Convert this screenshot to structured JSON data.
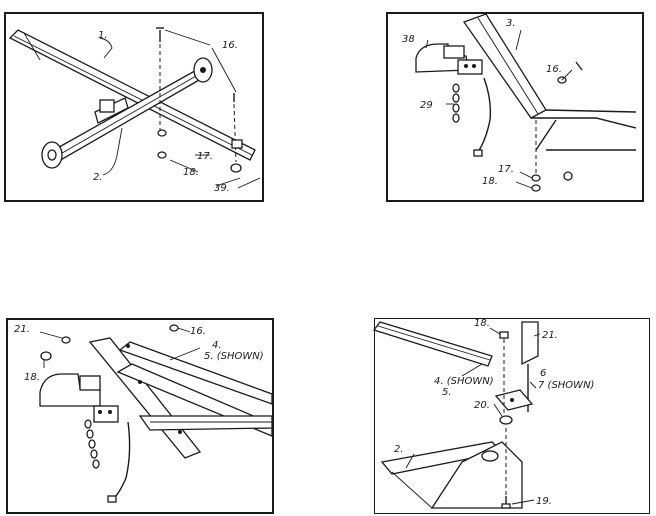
{
  "panels": [
    {
      "callouts": [
        "1.",
        "2.",
        "16.",
        "17.",
        "18.",
        "39."
      ]
    },
    {
      "callouts": [
        "3.",
        "38",
        "16.",
        "29",
        "17.",
        "18."
      ]
    },
    {
      "callouts": [
        "21.",
        "16.",
        "4.",
        "5. (SHOWN)",
        "18."
      ]
    },
    {
      "callouts": [
        "18.",
        "21.",
        "4. (SHOWN)",
        "5.",
        "6",
        "7 (SHOWN)",
        "20.",
        "2.",
        "19."
      ]
    }
  ]
}
